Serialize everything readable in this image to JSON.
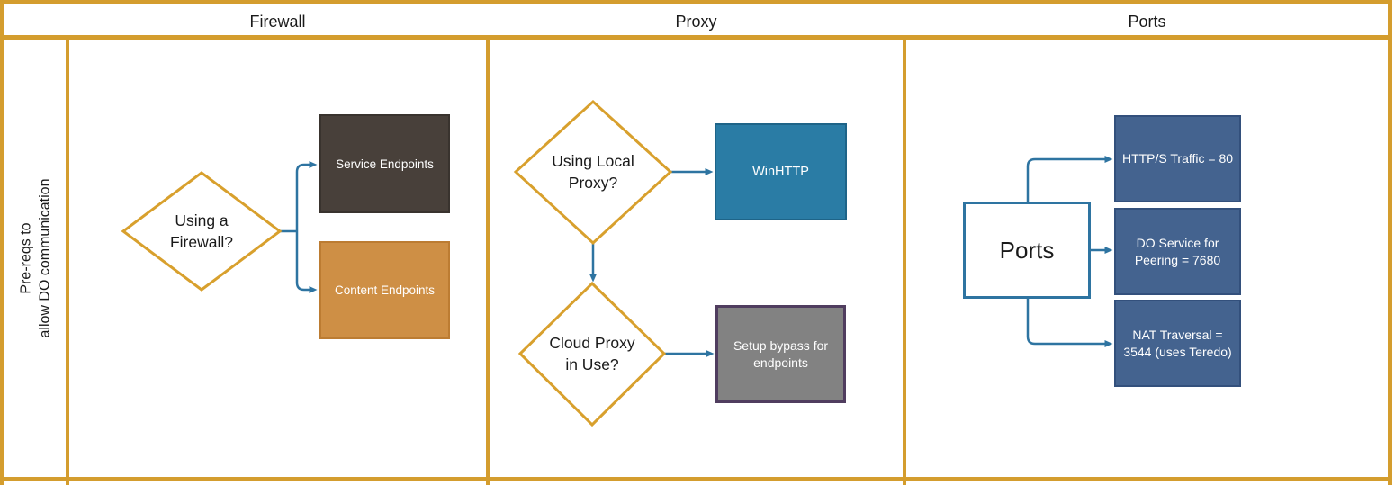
{
  "palette": {
    "grid": "#D49D2E",
    "diamond-border": "#D8A02D",
    "arrow": "#2E74A1",
    "dark-box": "#48403A",
    "dark-box-border": "#39332E",
    "orange-box": "#CE8F45",
    "orange-box-border": "#BC7C32",
    "teal-box": "#2A7CA5",
    "teal-box-border": "#1E6488",
    "gray-box": "#828282",
    "gray-box-border": "#503D5F",
    "blue-box": "#44638F",
    "blue-box-border": "#33507C",
    "text-dark": "#1a1a1a",
    "text-light": "#FFFFFF"
  },
  "lanes": {
    "firewall": "Firewall",
    "proxy": "Proxy",
    "ports": "Ports"
  },
  "sidebar": {
    "lines": [
      "Pre-reqs to",
      "allow DO communication"
    ]
  },
  "firewall": {
    "decision": {
      "lines": [
        "Using a",
        "Firewall?"
      ]
    },
    "service_endpoints": "Service Endpoints",
    "content_endpoints": "Content Endpoints"
  },
  "proxy": {
    "local_proxy_decision": {
      "lines": [
        "Using Local",
        "Proxy?"
      ]
    },
    "winhttp": "WinHTTP",
    "cloud_proxy_decision": {
      "lines": [
        "Cloud Proxy",
        "in Use?"
      ]
    },
    "bypass": {
      "lines": [
        "Setup bypass for",
        "endpoints"
      ]
    }
  },
  "ports": {
    "source": "Ports",
    "targets": [
      {
        "lines": [
          "HTTP/S Traffic = 80"
        ]
      },
      {
        "lines": [
          "DO Service for",
          "Peering = 7680"
        ]
      },
      {
        "lines": [
          "NAT Traversal =",
          "3544 (uses Teredo)"
        ]
      }
    ]
  }
}
